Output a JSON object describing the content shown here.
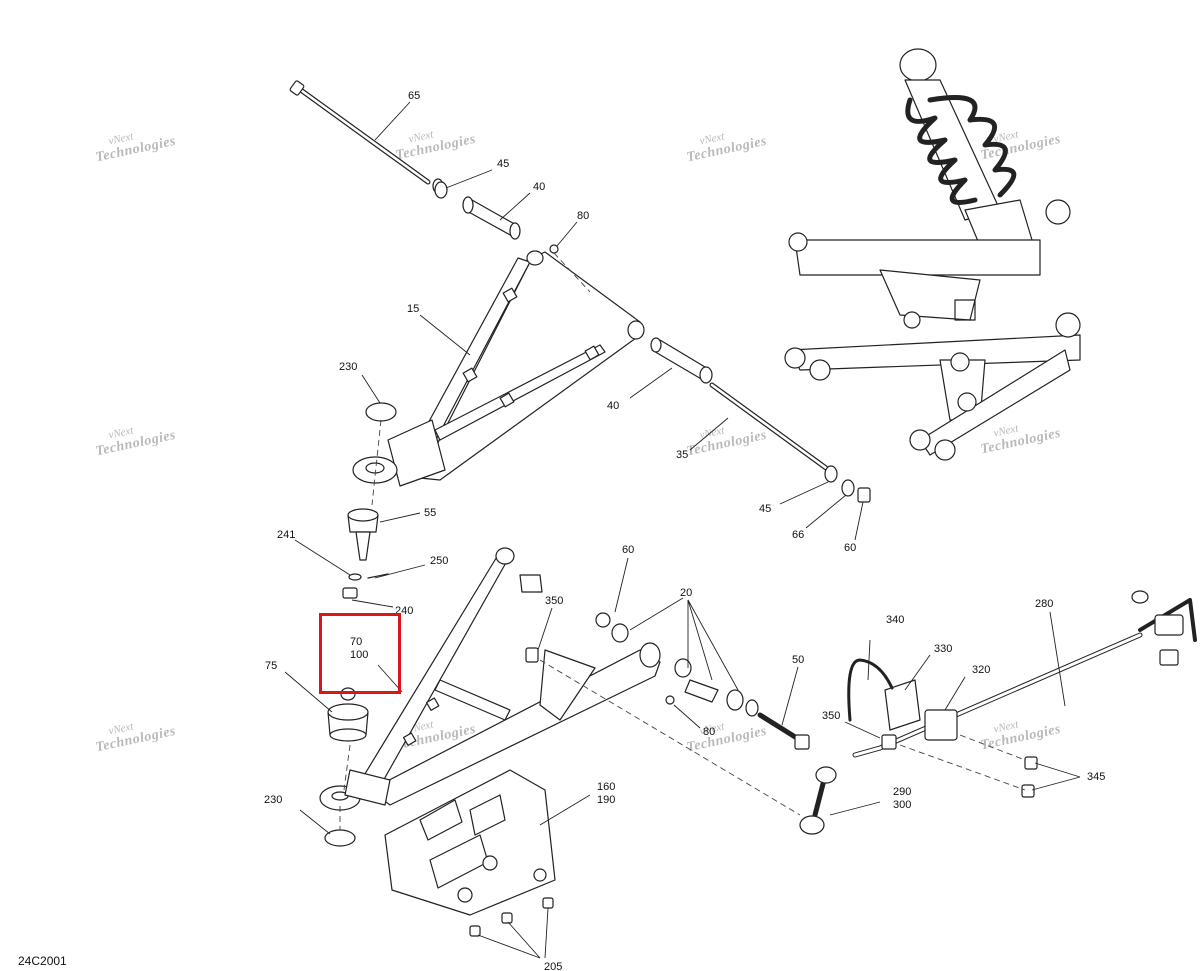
{
  "diagram": {
    "reference_code": "24C2001",
    "watermark": {
      "line1": "vNext",
      "line2": "Technologies"
    },
    "callouts": {
      "c65": "65",
      "c45a": "45",
      "c40a": "40",
      "c80a": "80",
      "c15": "15",
      "c230a": "230",
      "c40b": "40",
      "c35": "35",
      "c45b": "45",
      "c66": "66",
      "c60a": "60",
      "c55": "55",
      "c241": "241",
      "c250": "250",
      "c240": "240",
      "c60b": "60",
      "c350a": "350",
      "c20": "20",
      "c70": "70",
      "c100": "100",
      "c75": "75",
      "c50": "50",
      "c80b": "80",
      "c340": "340",
      "c330": "330",
      "c320": "320",
      "c280": "280",
      "c350b": "350",
      "c345": "345",
      "c290": "290",
      "c300": "300",
      "c160": "160",
      "c190": "190",
      "c230b": "230",
      "c205": "205"
    },
    "highlight_color": "#d9151e",
    "line_color": "#222222"
  }
}
